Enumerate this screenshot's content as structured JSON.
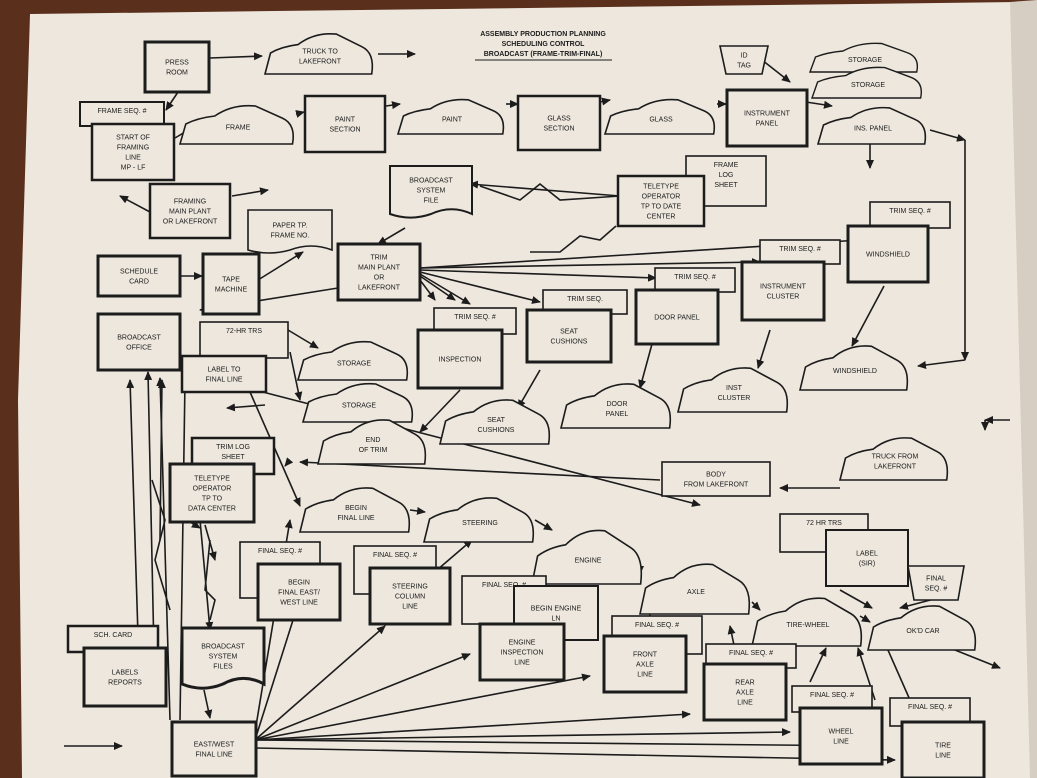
{
  "title": {
    "line1": "ASSEMBLY PRODUCTION PLANNING",
    "line2": "SCHEDULING CONTROL",
    "line3": "BROADCAST (FRAME-TRIM-FINAL)"
  },
  "nodes": {
    "press_room": [
      "PRESS",
      "ROOM"
    ],
    "truck_lakefront_top": [
      "TRUCK TO",
      "LAKEFRONT"
    ],
    "id_tag": [
      "ID",
      "TAG"
    ],
    "storage_1": [
      "STORAGE"
    ],
    "storage_2": [
      "STORAGE"
    ],
    "frame_seq": [
      "FRAME SEQ. #"
    ],
    "start_framing": [
      "START OF",
      "FRAMING",
      "LINE",
      "MP - LF"
    ],
    "frame_car": [
      "FRAME"
    ],
    "paint_section": [
      "PAINT",
      "SECTION"
    ],
    "paint_car": [
      "PAINT"
    ],
    "glass_section": [
      "GLASS",
      "SECTION"
    ],
    "glass_car": [
      "GLASS"
    ],
    "instrument_panel": [
      "INSTRUMENT",
      "PANEL"
    ],
    "ins_panel_car": [
      "INS. PANEL"
    ],
    "frame_log_sheet": [
      "FRAME",
      "LOG",
      "SHEET"
    ],
    "teletype_top": [
      "TELETYPE",
      "OPERATOR",
      "TP TO DATE",
      "CENTER"
    ],
    "broadcast_file": [
      "BROADCAST",
      "SYSTEM",
      "FILE"
    ],
    "framing_main": [
      "FRAMING",
      "MAIN PLANT",
      "OR LAKEFRONT"
    ],
    "paper_tp": [
      "PAPER TP.",
      "FRAME NO."
    ],
    "trim_main": [
      "TRIM",
      "MAIN PLANT",
      "OR",
      "LAKEFRONT"
    ],
    "schedule_card": [
      "SCHEDULE",
      "CARD"
    ],
    "tape_machine": [
      "TAPE",
      "MACHINE"
    ],
    "broadcast_office": [
      "BROADCAST",
      "OFFICE"
    ],
    "trim_seq_1": [
      "TRIM SEQ. #"
    ],
    "windshield_box": [
      "WINDSHIELD"
    ],
    "trim_seq_2": [
      "TRIM SEQ. #"
    ],
    "instrument_cluster": [
      "INSTRUMENT",
      "CLUSTER"
    ],
    "trim_seq_3": [
      "TRIM SEQ. #"
    ],
    "door_panel_box": [
      "DOOR PANEL"
    ],
    "trim_seq_4": [
      "TRIM SEQ."
    ],
    "seat_cushions_box": [
      "SEAT",
      "CUSHIONS"
    ],
    "trim_seq_5": [
      "TRIM SEQ. #"
    ],
    "inspection": [
      "INSPECTION"
    ],
    "hr72_top": [
      "72-HR TRS"
    ],
    "label_final": [
      "LABEL TO",
      "FINAL LINE"
    ],
    "storage_3": [
      "STORAGE"
    ],
    "storage_4": [
      "STORAGE"
    ],
    "end_trim": [
      "END",
      "OF TRIM"
    ],
    "seat_cushions_car": [
      "SEAT",
      "CUSHIONS"
    ],
    "door_panel_car": [
      "DOOR",
      "PANEL"
    ],
    "inst_cluster_car": [
      "INST",
      "CLUSTER"
    ],
    "windshield_car": [
      "WINDSHIELD"
    ],
    "truck_from_lakefront": [
      "TRUCK FROM",
      "LAKEFRONT"
    ],
    "body_from_lakefront": [
      "BODY",
      "FROM LAKEFRONT"
    ],
    "trim_log_sheet": [
      "TRIM LOG",
      "SHEET"
    ],
    "teletype_bottom": [
      "TELETYPE",
      "OPERATOR",
      "TP TO",
      "DATA CENTER"
    ],
    "begin_final_car": [
      "BEGIN",
      "FINAL LINE"
    ],
    "steering_car": [
      "STEERING"
    ],
    "engine_car": [
      "ENGINE"
    ],
    "axle_car": [
      "AXLE"
    ],
    "tire_wheel_car": [
      "TIRE-WHEEL"
    ],
    "okd_car": [
      "OK'D CAR"
    ],
    "hr72_right": [
      "72 HR TRS"
    ],
    "label_sir": [
      "LABEL",
      "(SIR)"
    ],
    "final_seq_right": [
      "FINAL",
      "SEQ. #"
    ],
    "final_seq_1": [
      "FINAL SEQ. #"
    ],
    "begin_final_east": [
      "BEGIN",
      "FINAL EAST/",
      "WEST LINE"
    ],
    "final_seq_2": [
      "FINAL SEQ. #"
    ],
    "steering_column": [
      "STEERING",
      "COLUMN",
      "LINE"
    ],
    "final_seq_3": [
      "FINAL SEQ. #"
    ],
    "begin_engine": [
      "BEGIN ENGINE",
      "LN"
    ],
    "engine_inspection": [
      "ENGINE",
      "INSPECTION",
      "LINE"
    ],
    "final_seq_4": [
      "FINAL SEQ. #"
    ],
    "front_axle": [
      "FRONT",
      "AXLE",
      "LINE"
    ],
    "final_seq_5": [
      "FINAL SEQ. #"
    ],
    "rear_axle": [
      "REAR",
      "AXLE",
      "LINE"
    ],
    "final_seq_6": [
      "FINAL SEQ. #"
    ],
    "wheel_line": [
      "WHEEL",
      "LINE"
    ],
    "final_seq_7": [
      "FINAL SEQ. #"
    ],
    "tire_line": [
      "TIRE",
      "LINE"
    ],
    "sch_card": [
      "SCH. CARD"
    ],
    "labels_reports": [
      "LABELS",
      "REPORTS"
    ],
    "broadcast_files": [
      "BROADCAST",
      "SYSTEM",
      "FILES"
    ],
    "east_west": [
      "EAST/WEST",
      "FINAL LINE"
    ]
  }
}
